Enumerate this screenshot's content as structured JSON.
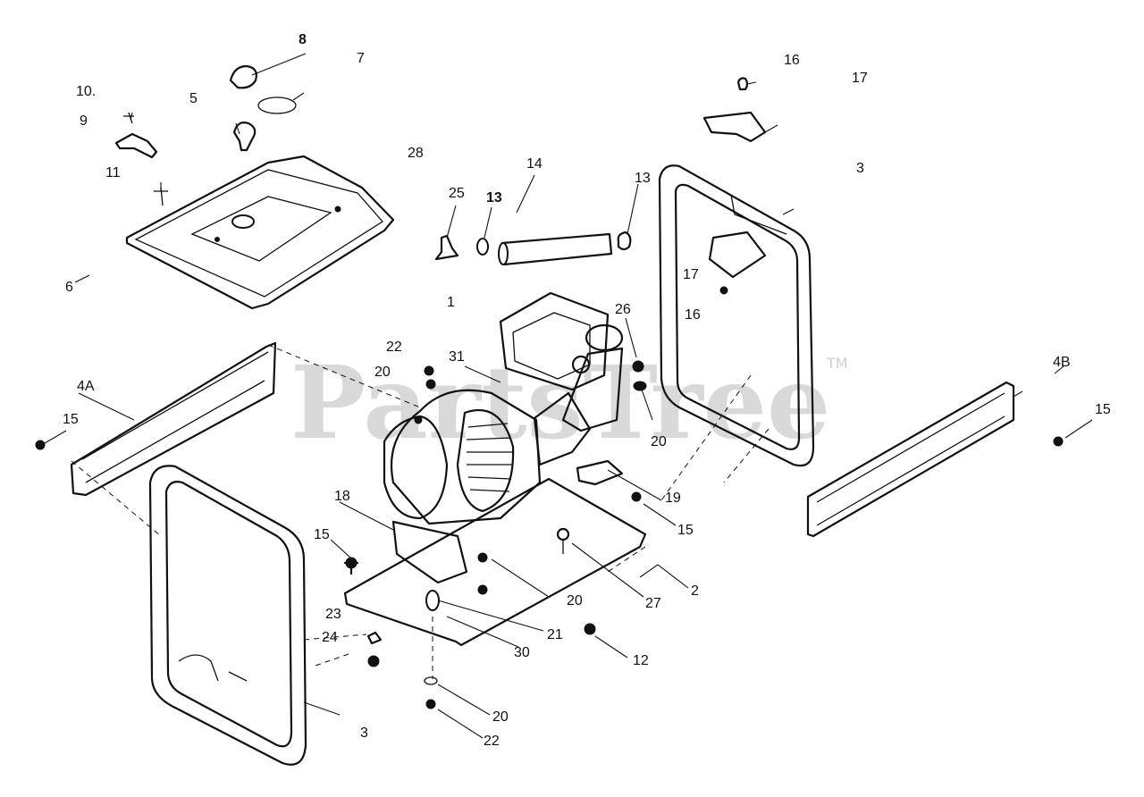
{
  "watermark": {
    "text": "PartsTree",
    "tm": "TM"
  },
  "callouts": [
    {
      "id": "c8",
      "text": "8"
    },
    {
      "id": "c7",
      "text": "7"
    },
    {
      "id": "c10",
      "text": "10."
    },
    {
      "id": "c5",
      "text": "5"
    },
    {
      "id": "c9",
      "text": "9"
    },
    {
      "id": "c11",
      "text": "11"
    },
    {
      "id": "c28",
      "text": "28"
    },
    {
      "id": "c14",
      "text": "14"
    },
    {
      "id": "c25",
      "text": "25"
    },
    {
      "id": "c13a",
      "text": "13"
    },
    {
      "id": "c13b",
      "text": "13"
    },
    {
      "id": "c16a",
      "text": "16"
    },
    {
      "id": "c17a",
      "text": "17"
    },
    {
      "id": "c3a",
      "text": "3"
    },
    {
      "id": "c6",
      "text": "6"
    },
    {
      "id": "c1",
      "text": "1"
    },
    {
      "id": "c17b",
      "text": "17"
    },
    {
      "id": "c16b",
      "text": "16"
    },
    {
      "id": "c26",
      "text": "26"
    },
    {
      "id": "c22a",
      "text": "22"
    },
    {
      "id": "c20a",
      "text": "20"
    },
    {
      "id": "c31",
      "text": "31"
    },
    {
      "id": "c4a",
      "text": "4A"
    },
    {
      "id": "c4b",
      "text": "4B"
    },
    {
      "id": "c15a",
      "text": "15"
    },
    {
      "id": "c15b",
      "text": "15"
    },
    {
      "id": "c20b",
      "text": "20"
    },
    {
      "id": "c19",
      "text": "19"
    },
    {
      "id": "c18",
      "text": "18"
    },
    {
      "id": "c15c",
      "text": "15"
    },
    {
      "id": "c15d",
      "text": "15"
    },
    {
      "id": "c2",
      "text": "2"
    },
    {
      "id": "c27",
      "text": "27"
    },
    {
      "id": "c20c",
      "text": "20"
    },
    {
      "id": "c23",
      "text": "23"
    },
    {
      "id": "c24",
      "text": "24"
    },
    {
      "id": "c21",
      "text": "21"
    },
    {
      "id": "c30",
      "text": "30"
    },
    {
      "id": "c12",
      "text": "12"
    },
    {
      "id": "c3b",
      "text": "3"
    },
    {
      "id": "c20d",
      "text": "20"
    },
    {
      "id": "c22b",
      "text": "22"
    }
  ]
}
